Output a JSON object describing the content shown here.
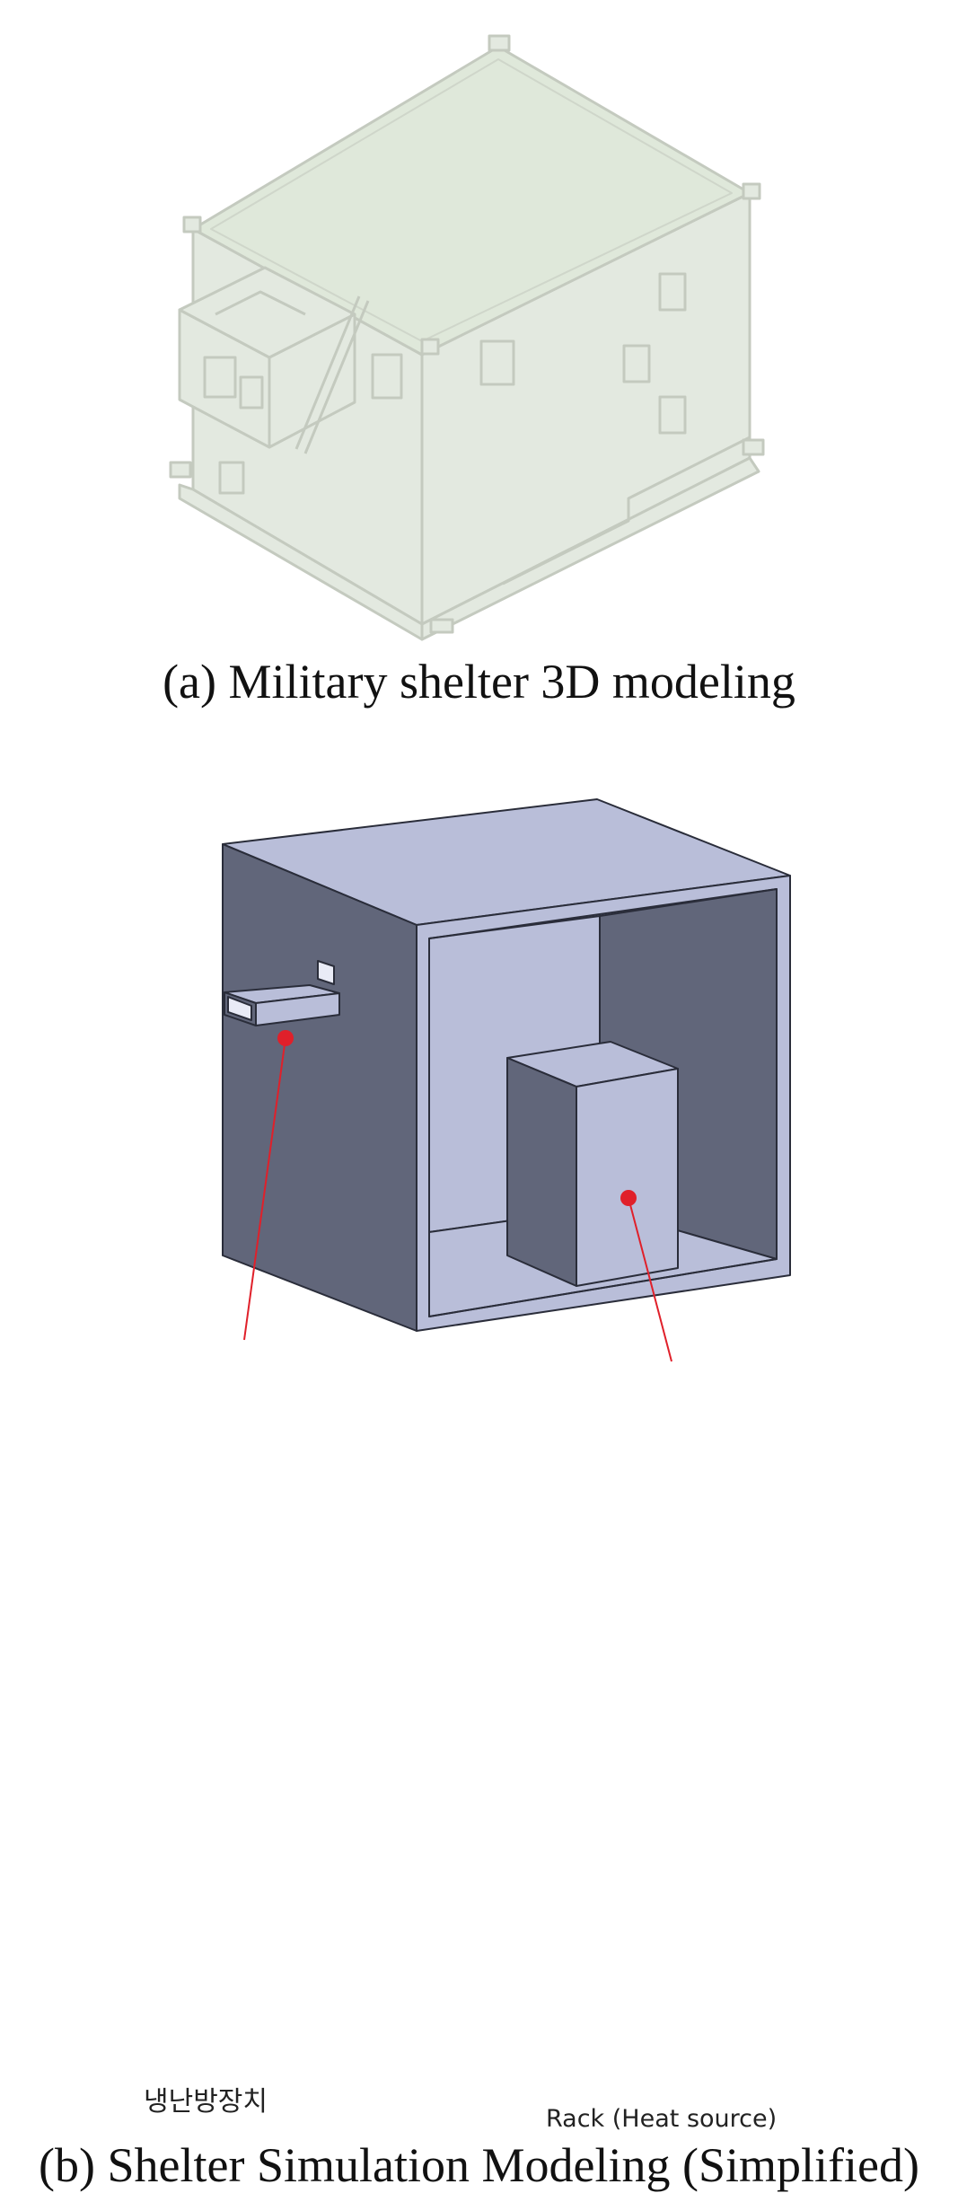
{
  "figure_a": {
    "caption": "(a) Military shelter 3D modeling"
  },
  "figure_b": {
    "caption": "(b) Shelter Simulation Modeling (Simplified)",
    "labels": {
      "cooler": "냉난방장치",
      "rack": "Rack (Heat source)"
    }
  },
  "colors": {
    "shelter_fill": "#e3e9e0",
    "shelter_top": "#dfe8da",
    "shelter_edge": "#c4cabf",
    "box_dark": "#61667a",
    "box_light": "#b9bed9",
    "box_edge": "#2a2d3a",
    "marker": "#e0202a"
  }
}
